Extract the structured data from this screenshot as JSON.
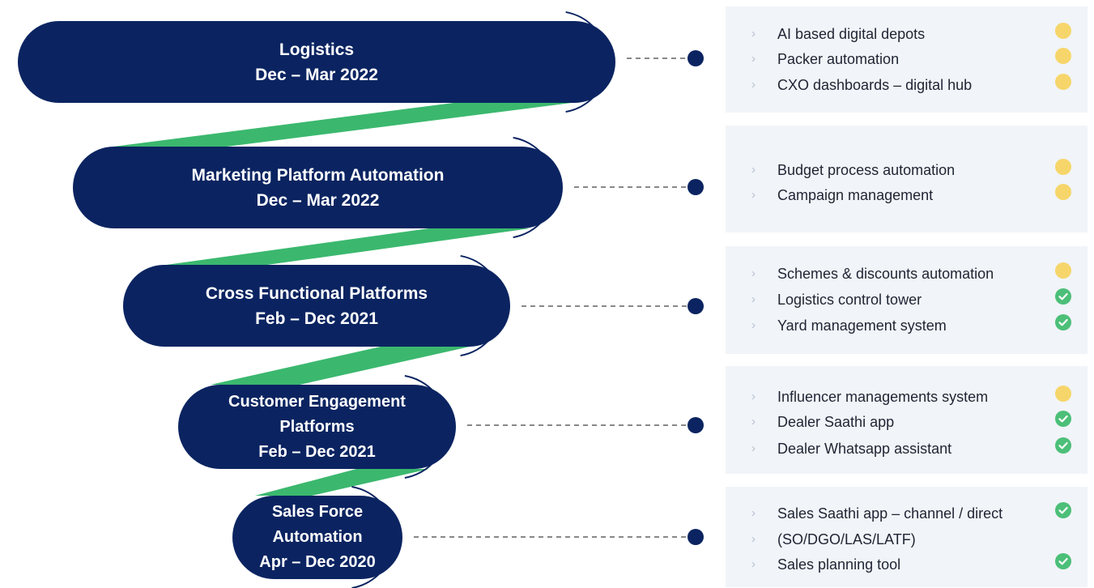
{
  "colors": {
    "navy": "#0b2461",
    "funnel_green": "#3bb86e",
    "pending_yellow": "#f6d66b",
    "done_green": "#4cbf78",
    "panel_bg": "#f1f4f8",
    "connector": "#888888"
  },
  "stages": [
    {
      "lines": [
        "Logistics",
        "Dec – Mar 2022"
      ],
      "items": [
        {
          "label": "AI based digital depots",
          "status": "pending"
        },
        {
          "label": "Packer automation",
          "status": "pending"
        },
        {
          "label": "CXO dashboards – digital hub",
          "status": "pending"
        }
      ]
    },
    {
      "lines": [
        "Marketing Platform Automation",
        "Dec – Mar 2022"
      ],
      "items": [
        {
          "label": "Budget process automation",
          "status": "pending"
        },
        {
          "label": "Campaign management",
          "status": "pending"
        }
      ]
    },
    {
      "lines": [
        "Cross Functional Platforms",
        "Feb – Dec 2021"
      ],
      "items": [
        {
          "label": "Schemes & discounts automation",
          "status": "pending"
        },
        {
          "label": "Logistics control tower",
          "status": "done"
        },
        {
          "label": "Yard management system",
          "status": "done"
        }
      ]
    },
    {
      "lines": [
        "Customer Engagement",
        "Platforms",
        "Feb – Dec 2021"
      ],
      "items": [
        {
          "label": "Influencer managements system",
          "status": "pending"
        },
        {
          "label": "Dealer Saathi app",
          "status": "done"
        },
        {
          "label": "Dealer Whatsapp assistant",
          "status": "done"
        }
      ]
    },
    {
      "lines": [
        "Sales Force",
        "Automation",
        "Apr – Dec 2020"
      ],
      "items": [
        {
          "label": "Sales Saathi app – channel / direct",
          "status": "done"
        },
        {
          "label": "(SO/DGO/LAS/LATF)",
          "status": "none"
        },
        {
          "label": "Sales planning tool",
          "status": "done"
        }
      ]
    }
  ],
  "icons": {
    "bullet": "chevron-right-icon",
    "pending": "pending-dot-icon",
    "done": "check-circle-icon"
  }
}
